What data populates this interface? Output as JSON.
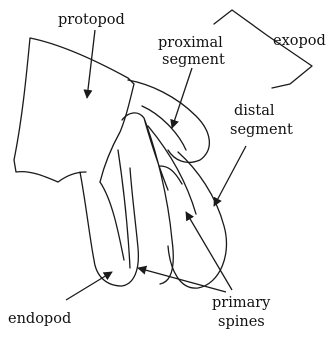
{
  "labels": {
    "protopod": "protopod",
    "proximal_line1": "proximal",
    "proximal_line2": "segment",
    "exopod": "exopod",
    "distal_line1": "distal",
    "distal_line2": "segment",
    "endopod": "endopod",
    "primary_line1": "primary",
    "primary_line2": "spines"
  },
  "colors": {
    "ink": "#1a1a1a",
    "background": "#ffffff"
  }
}
